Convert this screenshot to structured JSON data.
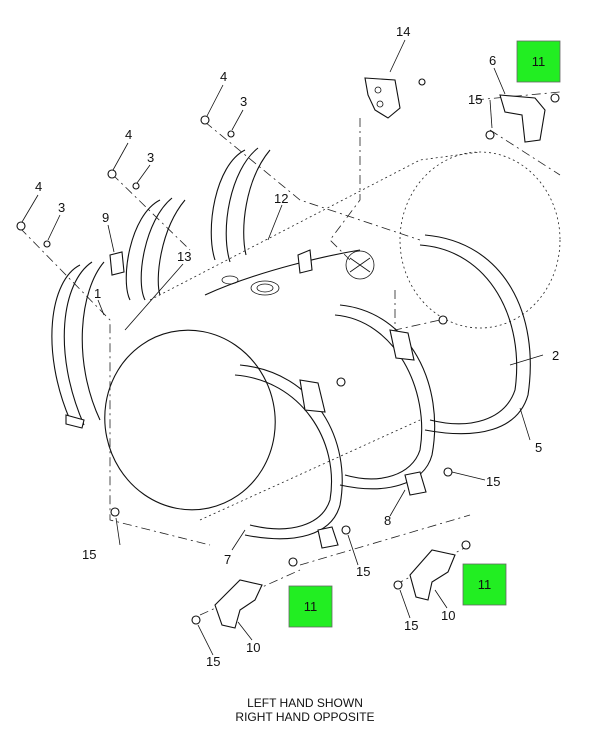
{
  "callouts": {
    "c4a": "4",
    "c3a": "3",
    "c4b": "4",
    "c3b": "3",
    "c4c": "4",
    "c3c": "3",
    "c9": "9",
    "c13": "13",
    "c1": "1",
    "c12": "12",
    "c14": "14",
    "c6": "6",
    "c15a": "15",
    "c2": "2",
    "c5": "5",
    "c15b": "15",
    "c8": "8",
    "c15c": "15",
    "c7": "7",
    "c15d": "15",
    "c15e": "15",
    "c10a": "10",
    "c15f": "15",
    "c10b": "10"
  },
  "highlights": {
    "h1": "11",
    "h2": "11",
    "h3": "11"
  },
  "highlight_color": "#22ee22",
  "caption": {
    "line1": "LEFT HAND SHOWN",
    "line2": "RIGHT HAND OPPOSITE"
  }
}
